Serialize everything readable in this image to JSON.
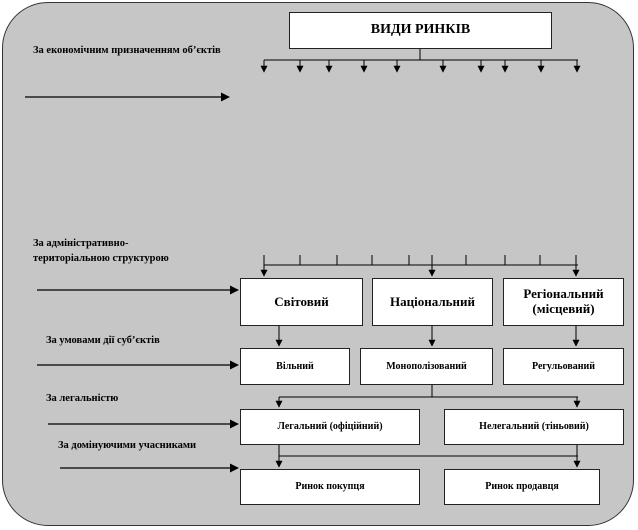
{
  "title": "ВИДИ РИНКІВ",
  "criteria": {
    "economic_purpose": "За економічним призначенням об’єктів",
    "administrative_structure": "За адміністративно-територіальною структурою",
    "relations_of_subjects": "За умовами дії суб’єктів",
    "legality": "За легальністю",
    "dominant_participants": "За домінуючими учасниками"
  },
  "levels": {
    "territorial": [
      "Світовий",
      "Національний",
      "Регіональний (місцевий)"
    ],
    "competition": [
      "Вільний",
      "Монополізований",
      "Регульований"
    ],
    "legality": [
      "Легальний (офіційний)",
      "Нелегальний (тіньовий)"
    ],
    "dominance": [
      "Ринок покупця",
      "Ринок продавця"
    ]
  },
  "colors": {
    "panel": "#c6c6c6",
    "box": "#ffffff",
    "line": "#000000"
  }
}
